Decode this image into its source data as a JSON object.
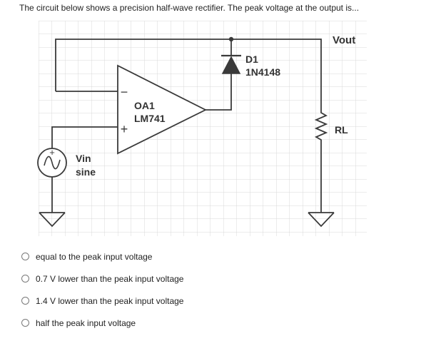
{
  "question": {
    "text": "The circuit below shows a precision half-wave rectifier. The peak voltage at the output is..."
  },
  "circuit": {
    "output_label": "Vout",
    "diode": {
      "name": "D1",
      "part": "1N4148"
    },
    "opamp": {
      "name": "OA1",
      "part": "LM741",
      "inverting_symbol": "−",
      "noninverting_symbol": "+"
    },
    "load": {
      "name": "RL"
    },
    "source": {
      "name": "Vin",
      "type": "sine"
    }
  },
  "options": [
    {
      "label": "equal to the peak input voltage"
    },
    {
      "label": "0.7 V lower than the peak input voltage"
    },
    {
      "label": "1.4 V lower than the peak input voltage"
    },
    {
      "label": "half the peak input voltage"
    }
  ]
}
